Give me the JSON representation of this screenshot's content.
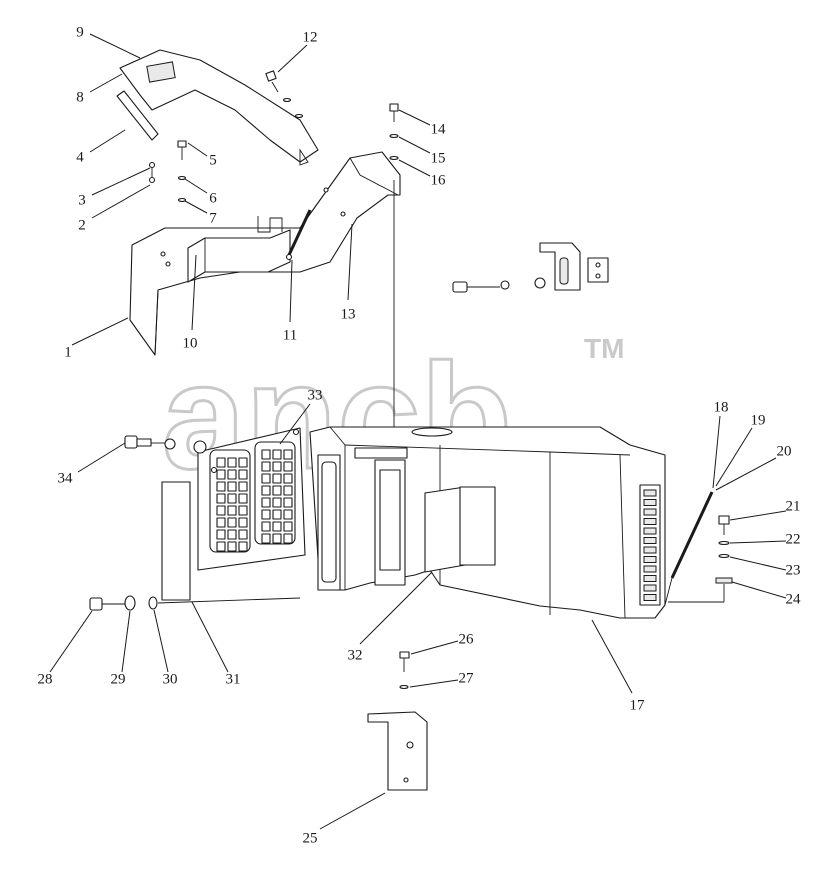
{
  "watermark": {
    "text": "anсb",
    "mark": "TM"
  },
  "callouts": [
    "1",
    "2",
    "3",
    "4",
    "5",
    "6",
    "7",
    "8",
    "9",
    "10",
    "11",
    "12",
    "13",
    "14",
    "15",
    "16",
    "17",
    "18",
    "19",
    "20",
    "21",
    "22",
    "23",
    "24",
    "25",
    "26",
    "27",
    "28",
    "29",
    "30",
    "31",
    "32",
    "33",
    "34"
  ],
  "colors": {
    "line": "#1a1a1a",
    "watermark": "#c9c9c9",
    "background": "#ffffff"
  }
}
